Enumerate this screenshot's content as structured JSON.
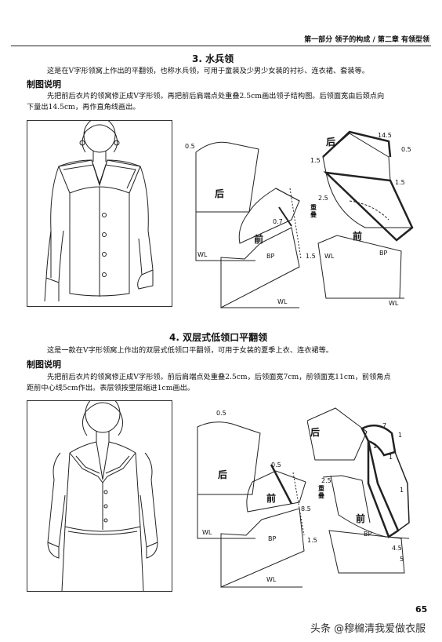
{
  "header": {
    "running_head": "第一部分  领子的构成 / 第二章  有领型领"
  },
  "section1": {
    "title": "3. 水兵领",
    "intro": "这是在V字形领窝上作出的平翻领，也称水兵领，可用于童装及少男少女装的衬衫、连衣裙、套装等。",
    "sub_heading": "制图说明",
    "desc_line1": "先把前后衣片的领窝修正成V字形领。再把前后肩端点处重叠2.5cm画出领子结构图。后领面宽由后颈点向",
    "desc_line2": "下量出14.5cm，再作直角线画出。",
    "labels": {
      "back": "后",
      "front": "前",
      "back2": "后",
      "front2": "前",
      "bp": "BP",
      "bp2": "BP",
      "wl": "WL",
      "wl2": "WL",
      "wl3": "WL",
      "wl4": "WL",
      "m05a": "0.5",
      "m07": "0.7",
      "m15a": "1.5",
      "m145": "14.5",
      "m05b": "0.5",
      "m15b": "1.5",
      "m25": "2.5",
      "overlap": "重叠",
      "m15c": "1.5"
    }
  },
  "section2": {
    "title": "4. 双层式低领口平翻领",
    "intro": "这是一款在V字形领窝上作出的双层式低领口平翻领，可用于女装的夏季上衣、连衣裙等。",
    "sub_heading": "制图说明",
    "desc_line1": "先把前后衣片的领窝修正成V字形领。前后肩端点处重叠2.5cm，后领面宽7cm，前领面宽11cm，前领角点",
    "desc_line2": "距前中心线5cm作出。表层领按里层缩进1cm画出。",
    "labels": {
      "back": "后",
      "front": "前",
      "back2": "后",
      "front2": "前",
      "bp": "BP",
      "bp2": "BP",
      "wl": "WL",
      "wl2": "WL",
      "m05a": "0.5",
      "m05b": "0.5",
      "m85": "8.5",
      "m15a": "1.5",
      "m7": "7",
      "m1a": "1",
      "m1b": "1",
      "m1c": "1",
      "m1d": "1",
      "m25": "2.5",
      "overlap": "重叠",
      "m45": "4.5",
      "m5": "5"
    }
  },
  "footer": {
    "page_number": "65",
    "watermark": "头条 @穆檰清我爱做衣服"
  }
}
